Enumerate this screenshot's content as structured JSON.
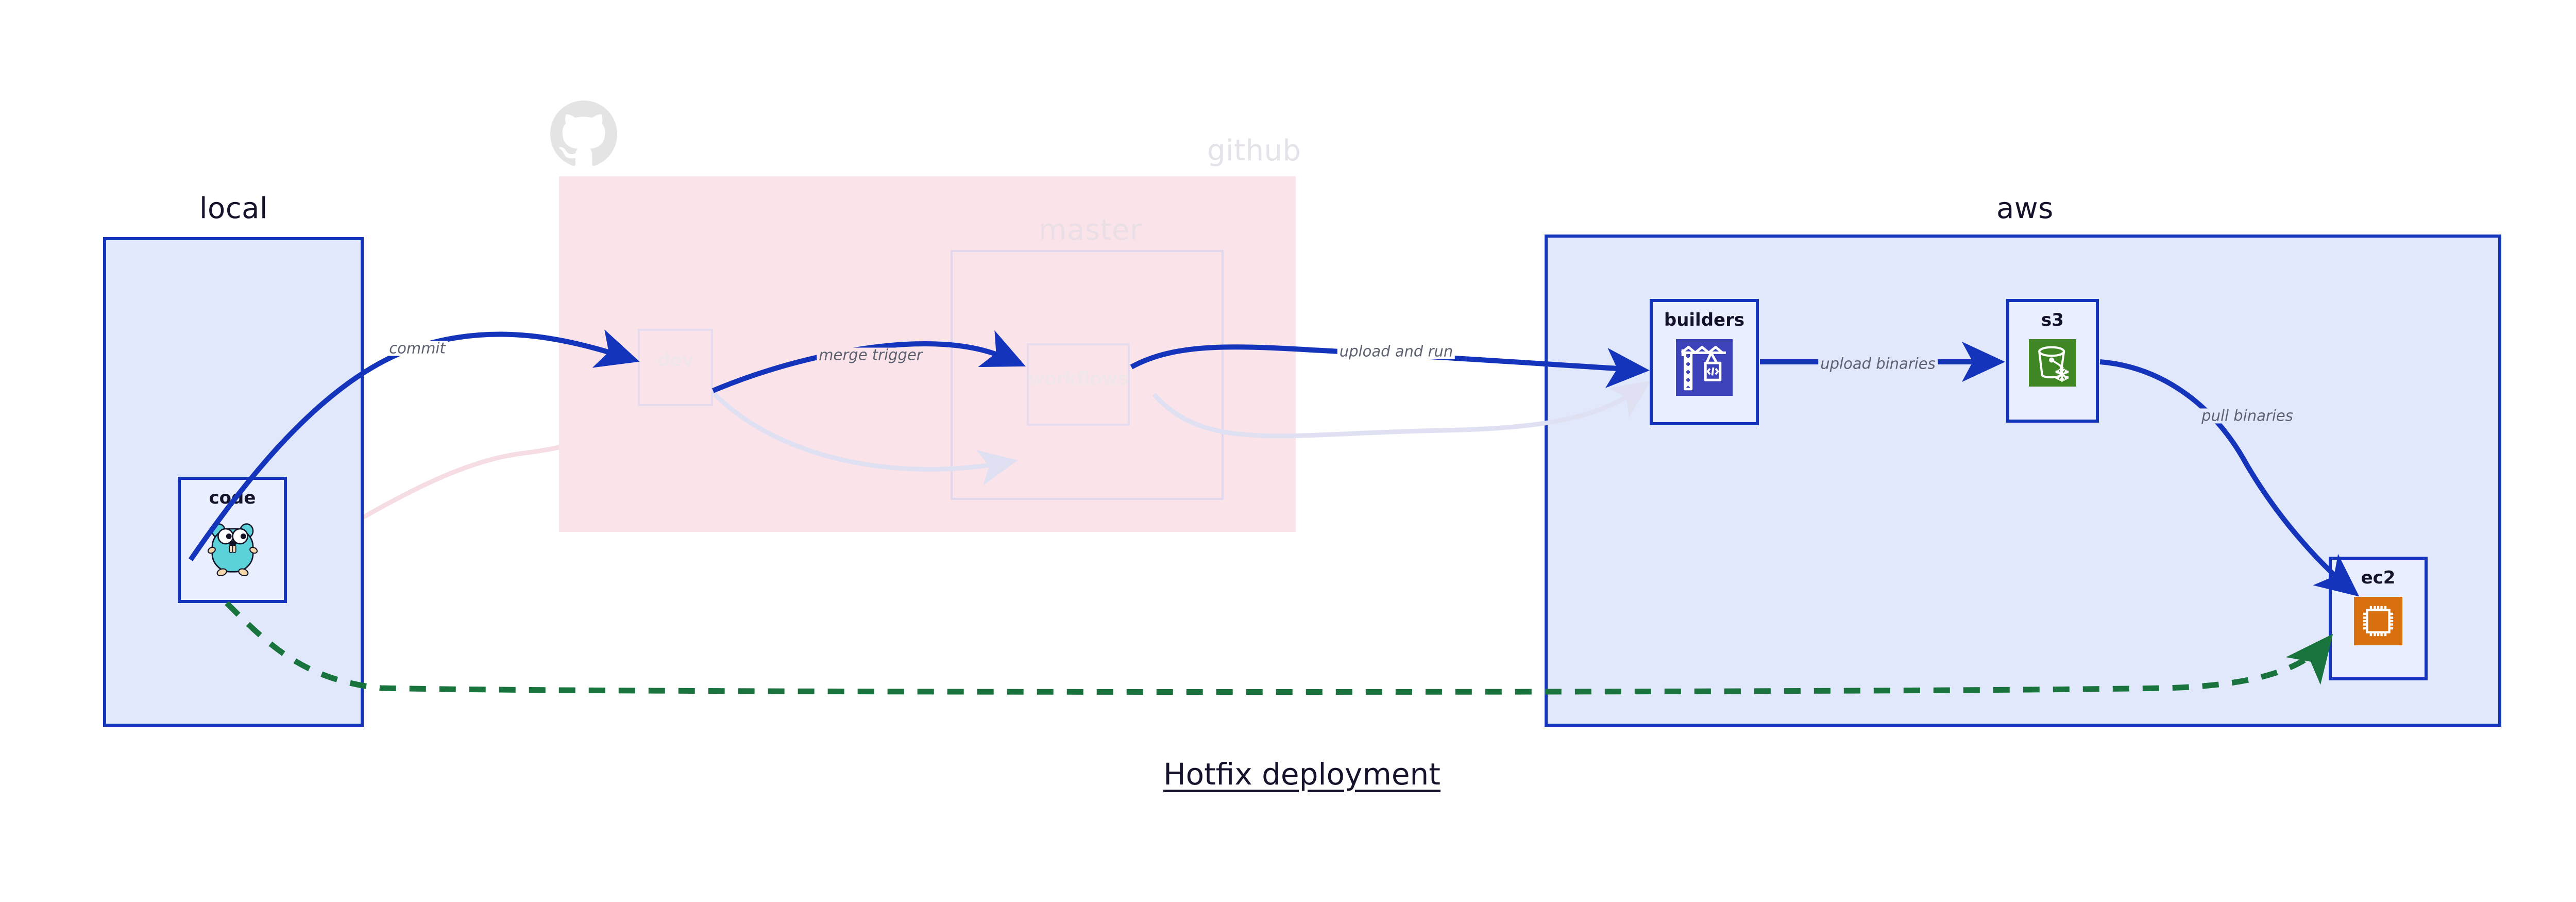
{
  "diagram": {
    "title": "Hotfix deployment",
    "colors": {
      "primary_edge": "#1434bb",
      "hotfix_edge": "#18743c",
      "cluster_blue_fill": "#e2e8fb",
      "cluster_blue_border": "#1434bb",
      "cluster_pink_fill": "#fae4e9",
      "node_fill": "#eaefff",
      "label_text": "#5c6270",
      "title_text": "#14132b"
    }
  },
  "clusters": [
    {
      "id": "local",
      "label": "local",
      "state": "active"
    },
    {
      "id": "github",
      "label": "github",
      "state": "faded",
      "icon": "github-octocat-icon"
    },
    {
      "id": "master",
      "label": "master",
      "state": "faded"
    },
    {
      "id": "aws",
      "label": "aws",
      "state": "active"
    }
  ],
  "nodes": [
    {
      "id": "code",
      "label": "code",
      "icon": "go-gopher-icon",
      "state": "active"
    },
    {
      "id": "dev",
      "label": "dev",
      "icon": "none",
      "state": "faded"
    },
    {
      "id": "workflows",
      "label": "workflows",
      "icon": "none",
      "state": "faded"
    },
    {
      "id": "builders",
      "label": "builders",
      "icon": "aws-crane-icon",
      "state": "active"
    },
    {
      "id": "s3",
      "label": "s3",
      "icon": "s3-bucket-icon",
      "state": "active"
    },
    {
      "id": "ec2",
      "label": "ec2",
      "icon": "ec2-cpu-icon",
      "state": "active"
    }
  ],
  "edges": [
    {
      "id": "commit",
      "from": "code",
      "to": "dev",
      "label": "commit",
      "style": "solid-blue"
    },
    {
      "id": "merge-trigger",
      "from": "dev",
      "to": "workflows",
      "label": "merge trigger",
      "style": "solid-blue"
    },
    {
      "id": "upload-and-run",
      "from": "workflows",
      "to": "builders",
      "label": "upload and run",
      "style": "solid-blue"
    },
    {
      "id": "upload-binaries",
      "from": "builders",
      "to": "s3",
      "label": "upload binaries",
      "style": "solid-blue"
    },
    {
      "id": "pull-binaries",
      "from": "s3",
      "to": "ec2",
      "label": "pull binaries",
      "style": "solid-blue"
    },
    {
      "id": "hotfix-deploy",
      "from": "code",
      "to": "ec2",
      "label": "",
      "style": "dashed-green"
    },
    {
      "id": "faded-code-dev",
      "from": "code",
      "to": "dev",
      "label": "",
      "style": "faded-pink"
    },
    {
      "id": "faded-dev-workflows",
      "from": "dev",
      "to": "workflows",
      "label": "",
      "style": "faded-lavender"
    },
    {
      "id": "faded-workflows-builders",
      "from": "workflows",
      "to": "builders",
      "label": "",
      "style": "faded-lavender"
    }
  ]
}
